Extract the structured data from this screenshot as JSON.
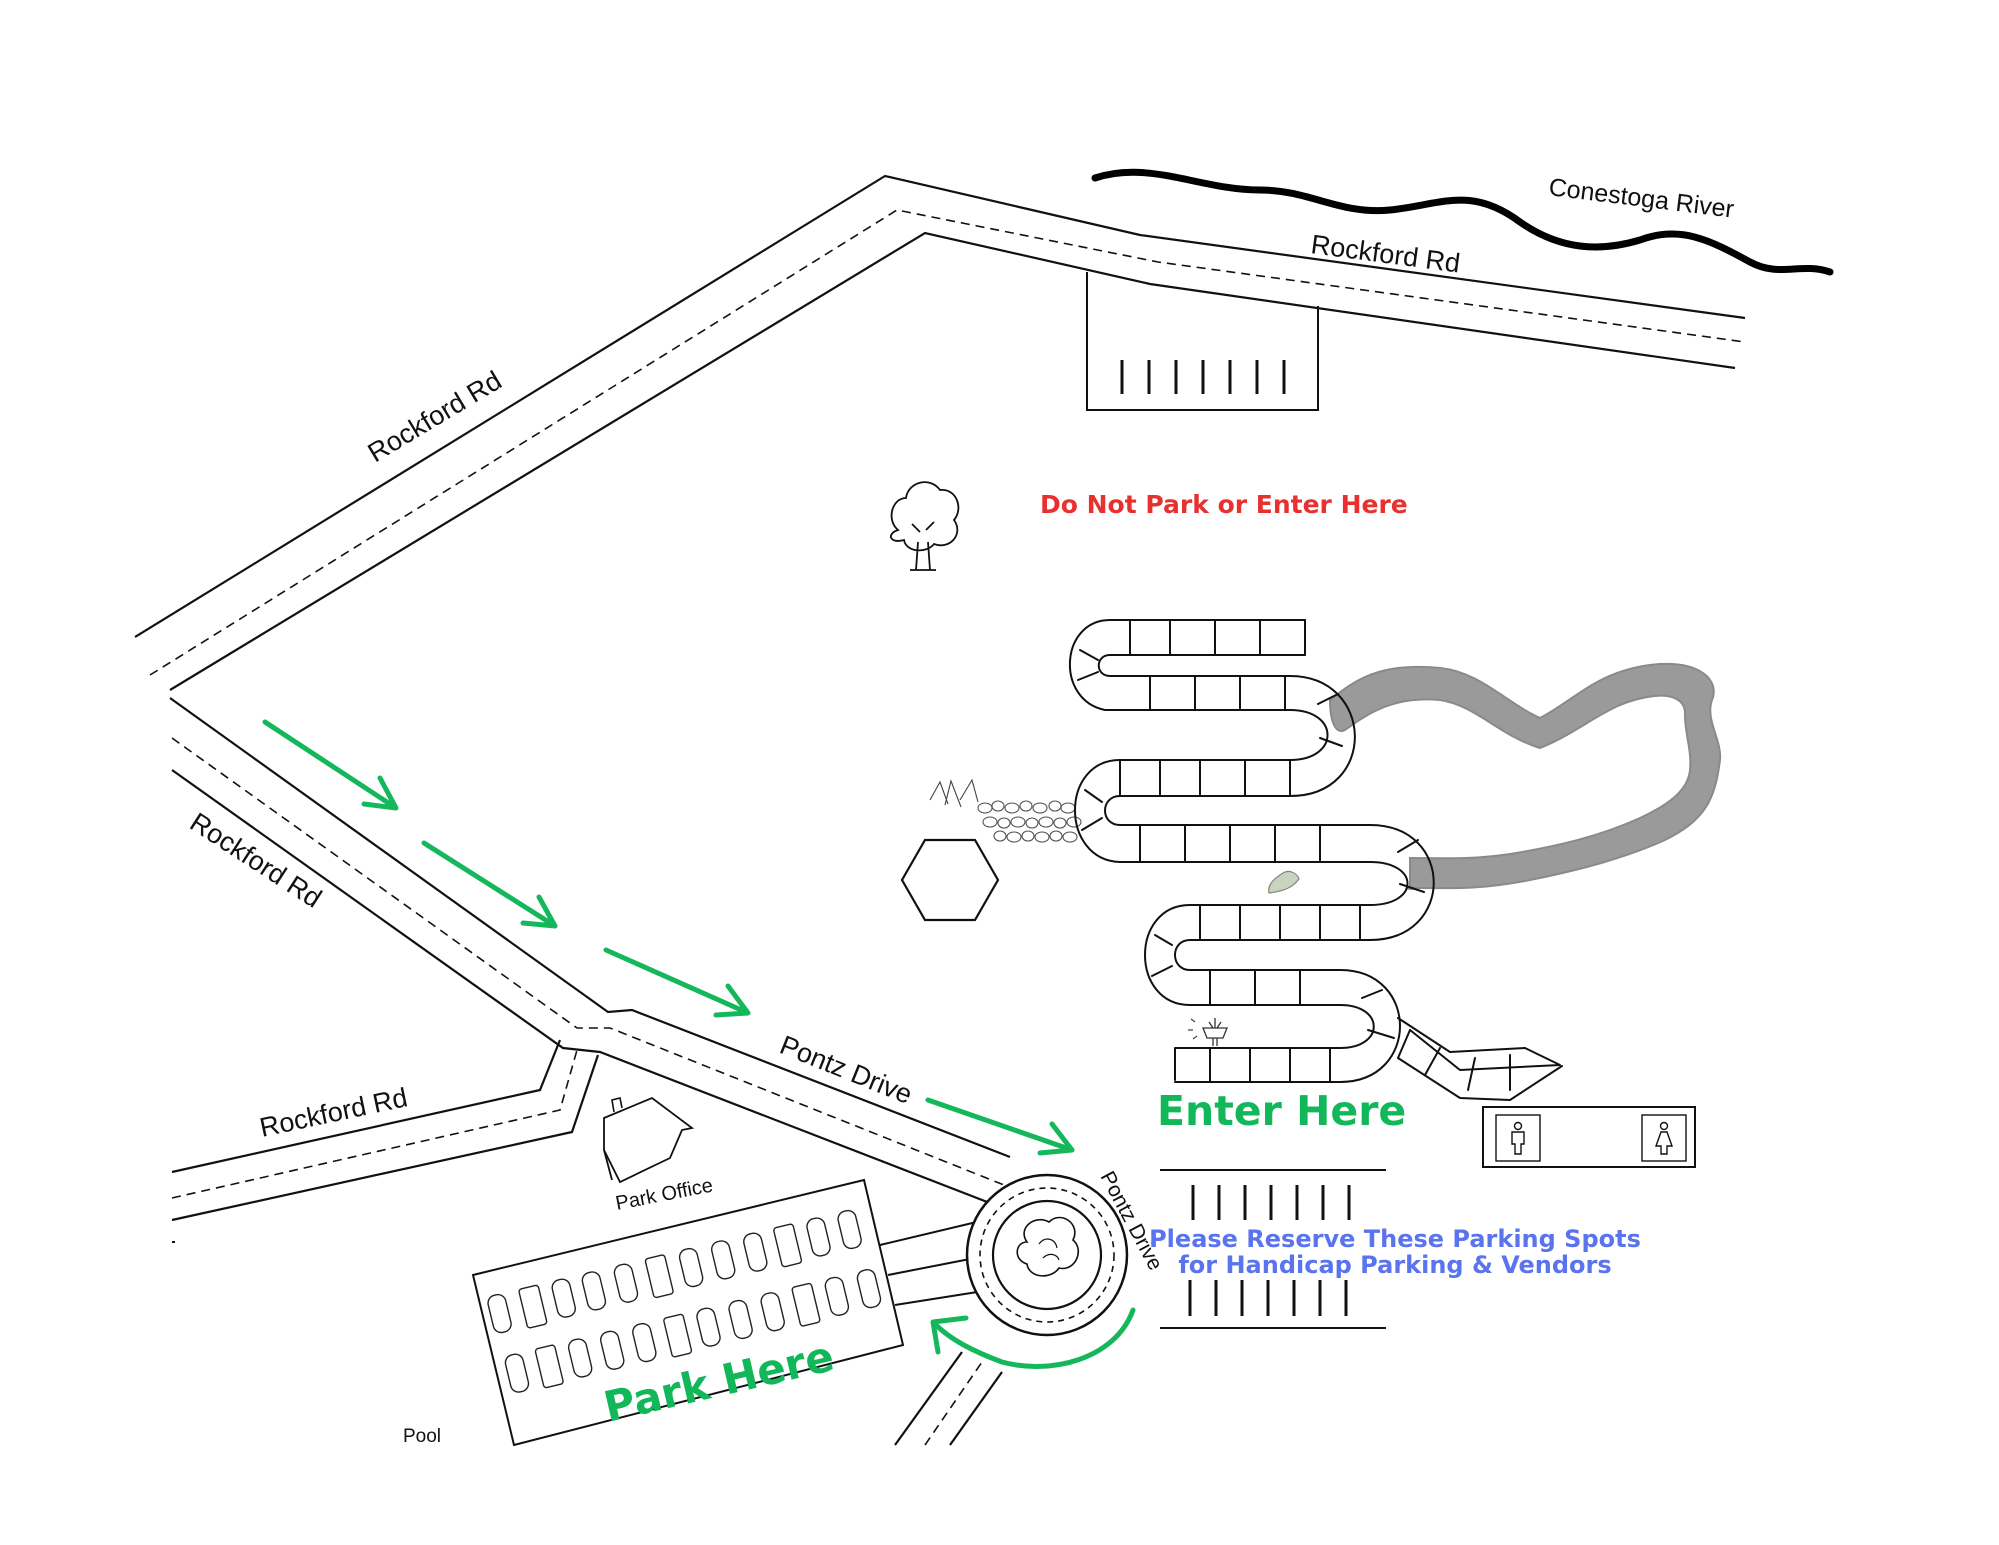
{
  "map": {
    "river_label": "Conestoga River",
    "road_labels": {
      "north": "Rockford Rd",
      "northwest": "Rockford Rd",
      "west": "Rockford Rd",
      "southwest": "Rockford Rd"
    },
    "pontz_drive_label": "Pontz Drive",
    "roundabout_label": "Pontz Drive",
    "notices": {
      "do_not_park": "Do Not Park or Enter Here",
      "enter_here": "Enter Here",
      "park_here": "Park Here",
      "reserve_line_1": "Please Reserve These Parking Spots",
      "reserve_line_2": "for Handicap Parking & Vendors"
    },
    "places": {
      "park_office": "Park Office",
      "pool": "Pool"
    },
    "icons": [
      "tree-icon",
      "house-icon",
      "men-restroom-icon",
      "women-restroom-icon",
      "roundabout-tree-icon",
      "hexagon-pavilion",
      "car-icon"
    ],
    "colors": {
      "directions": "#14b85b",
      "warning": "#e8302f",
      "reserved": "#5a73ef",
      "trail_fill": "#9a9a9a"
    }
  }
}
